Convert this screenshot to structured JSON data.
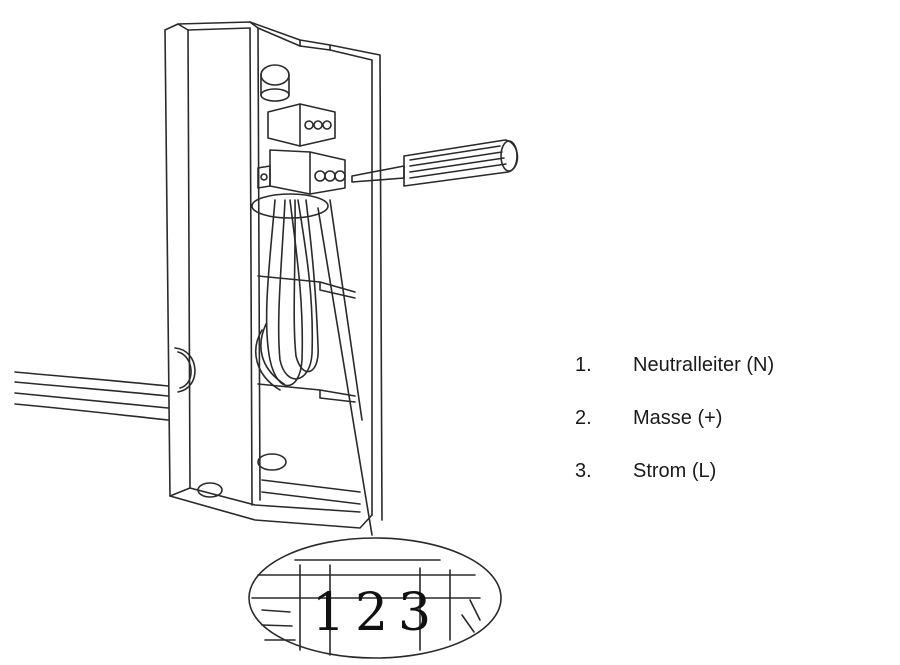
{
  "legend": {
    "items": [
      {
        "number": "1.",
        "text": "Neutralleiter (N)"
      },
      {
        "number": "2.",
        "text": "Masse (+)"
      },
      {
        "number": "3.",
        "text": "Strom (L)"
      }
    ]
  },
  "zoom_detail": {
    "digits": [
      "1",
      "2",
      "3"
    ]
  },
  "colors": {
    "line": "#2a2a2a",
    "background": "#ffffff"
  }
}
